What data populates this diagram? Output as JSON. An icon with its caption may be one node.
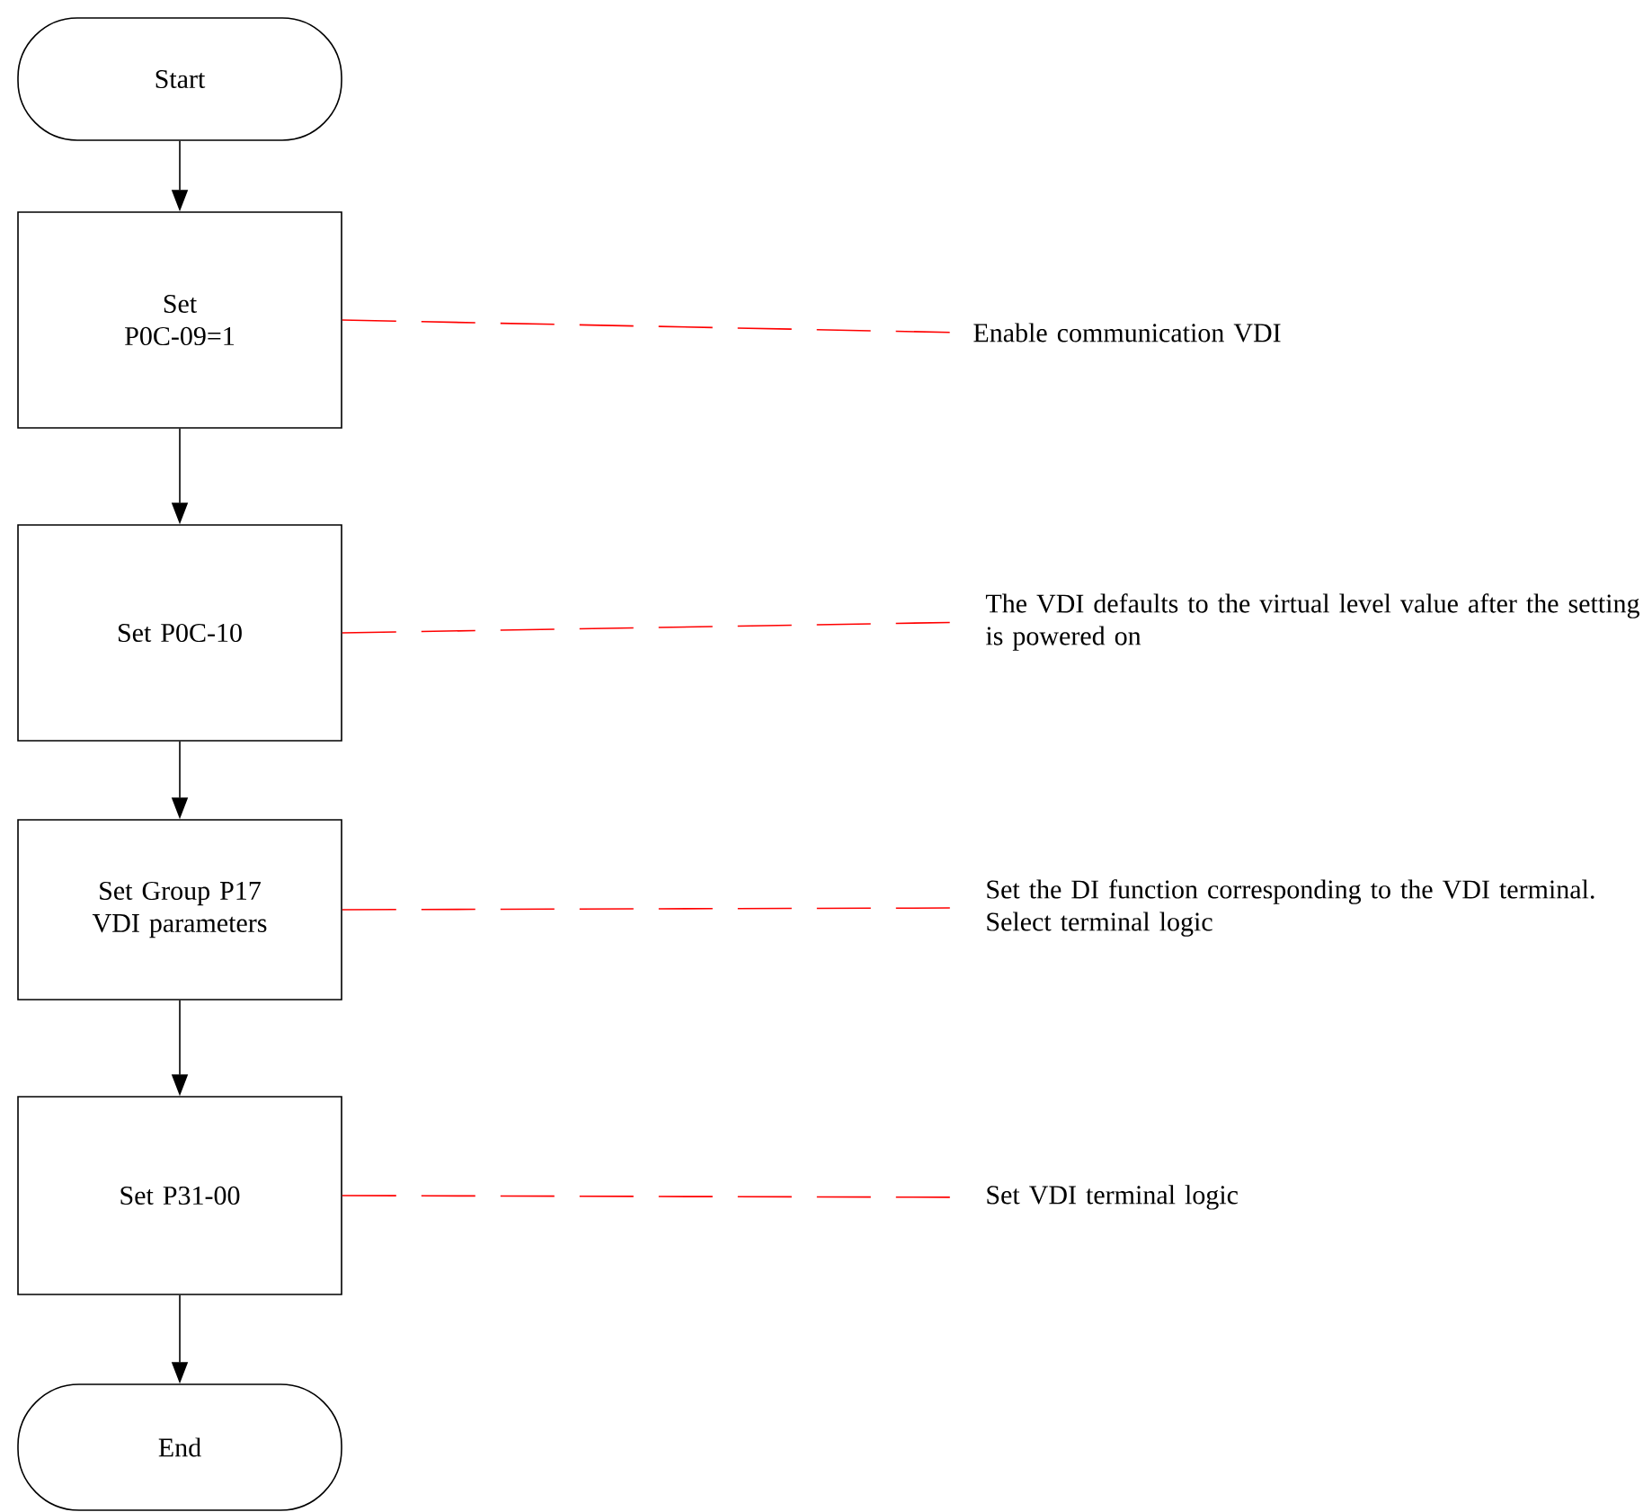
{
  "diagram": {
    "nodes": [
      {
        "text": [
          "Start"
        ]
      },
      {
        "text": [
          "Set P0C-09=1"
        ]
      },
      {
        "text": [
          "Set P0C-10"
        ]
      },
      {
        "text": [
          "Set Group P17 VDI parameters"
        ]
      },
      {
        "text": [
          "Set P31-00"
        ]
      },
      {
        "text": [
          "End"
        ]
      },
      {
        "text": [
          "Enable communication VDI"
        ]
      },
      {
        "text": [
          "The VDI defaults to the virtual level value after the setting is powered on"
        ]
      },
      {
        "text": [
          "Set the DI function corresponding to the VDI terminal. Select terminal logic"
        ]
      },
      {
        "text": [
          "Set VDI terminal logic"
        ]
      }
    ],
    "edges": [
      {
        "from": 0,
        "to": 1,
        "arrow": "to"
      },
      {
        "from": 1,
        "to": 2,
        "arrow": "to"
      },
      {
        "from": 2,
        "to": 3,
        "arrow": "to"
      },
      {
        "from": 3,
        "to": 4,
        "arrow": "to"
      },
      {
        "from": 4,
        "to": 5,
        "arrow": "to"
      },
      {
        "from": 1,
        "to": 6,
        "arrow": "none",
        "style": "dashed",
        "color": "#ff0000"
      },
      {
        "from": 2,
        "to": 7,
        "arrow": "none",
        "style": "dashed",
        "color": "#ff0000"
      },
      {
        "from": 3,
        "to": 8,
        "arrow": "none",
        "style": "dashed",
        "color": "#ff0000"
      },
      {
        "from": 4,
        "to": 9,
        "arrow": "none",
        "style": "dashed",
        "color": "#ff0000"
      }
    ]
  }
}
